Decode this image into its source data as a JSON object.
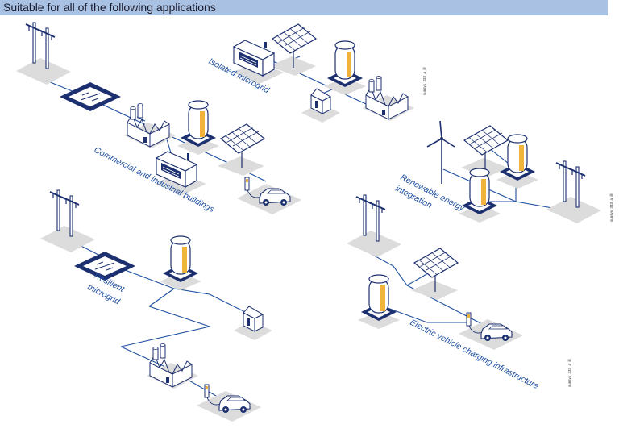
{
  "header": {
    "title": "Suitable for all of the following applications",
    "background": "#a9c2e4"
  },
  "colors": {
    "line": "#1e4fa0",
    "navy": "#1c2f6f",
    "battery_fill": "#f0b43a",
    "tile": "#dcdcdc",
    "label": "#1e4fa0"
  },
  "scenarios": {
    "isolated_microgrid": "Isolated microgrid",
    "commercial_industrial": "Commercial and industrial buildings",
    "renewable_line1": "Renewable energy",
    "renewable_line2": "integration",
    "resilient_line1": "Resilient",
    "resilient_line2": "microgrid",
    "ev_charging": "Electric vehicle charging infrastructure"
  },
  "codes": {
    "c1": "sunsys_333_a_ill",
    "c2": "sunsys_333_a_ill",
    "c3": "sunsys_333_a_ill"
  }
}
